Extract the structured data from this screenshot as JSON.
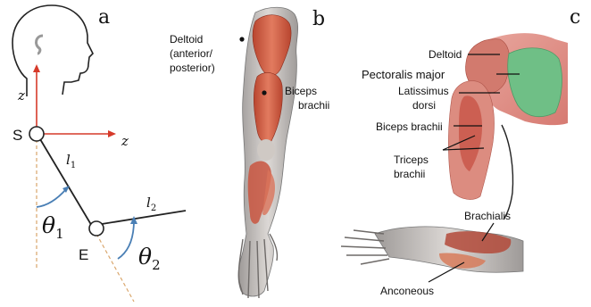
{
  "panels": {
    "a": {
      "letter": "a",
      "axis_z_upper": "z",
      "axis_z_right": "z",
      "shoulder": "S",
      "elbow": "E",
      "l1_base": "l",
      "l1_sub": "1",
      "l2_base": "l",
      "l2_sub": "2",
      "theta1_base": "θ",
      "theta1_sub": "1",
      "theta2_base": "θ",
      "theta2_sub": "2"
    },
    "b": {
      "letter": "b",
      "deltoid_l1": "Deltoid",
      "deltoid_l2": "(anterior/",
      "deltoid_l3": "posterior)",
      "biceps_l1": "Biceps",
      "biceps_l2": "brachii"
    },
    "c": {
      "letter": "c",
      "deltoid": "Deltoid",
      "pectoralis": "Pectoralis major",
      "latissimus_l1": "Latissimus",
      "latissimus_l2": "dorsi",
      "biceps": "Biceps brachii",
      "triceps_l1": "Triceps",
      "triceps_l2": "brachii",
      "brachialis": "Brachialis",
      "anconeous": "Anconeous"
    }
  },
  "colors": {
    "axis_red": "#d63a2a",
    "arc_blue": "#4a7fb5",
    "reference_orange": "#d9a56a",
    "muscle_red": "#c9553f",
    "muscle_pink": "#e08d83",
    "pectoral_green": "#6fbf86",
    "bone_gray": "#b9b5b2"
  }
}
